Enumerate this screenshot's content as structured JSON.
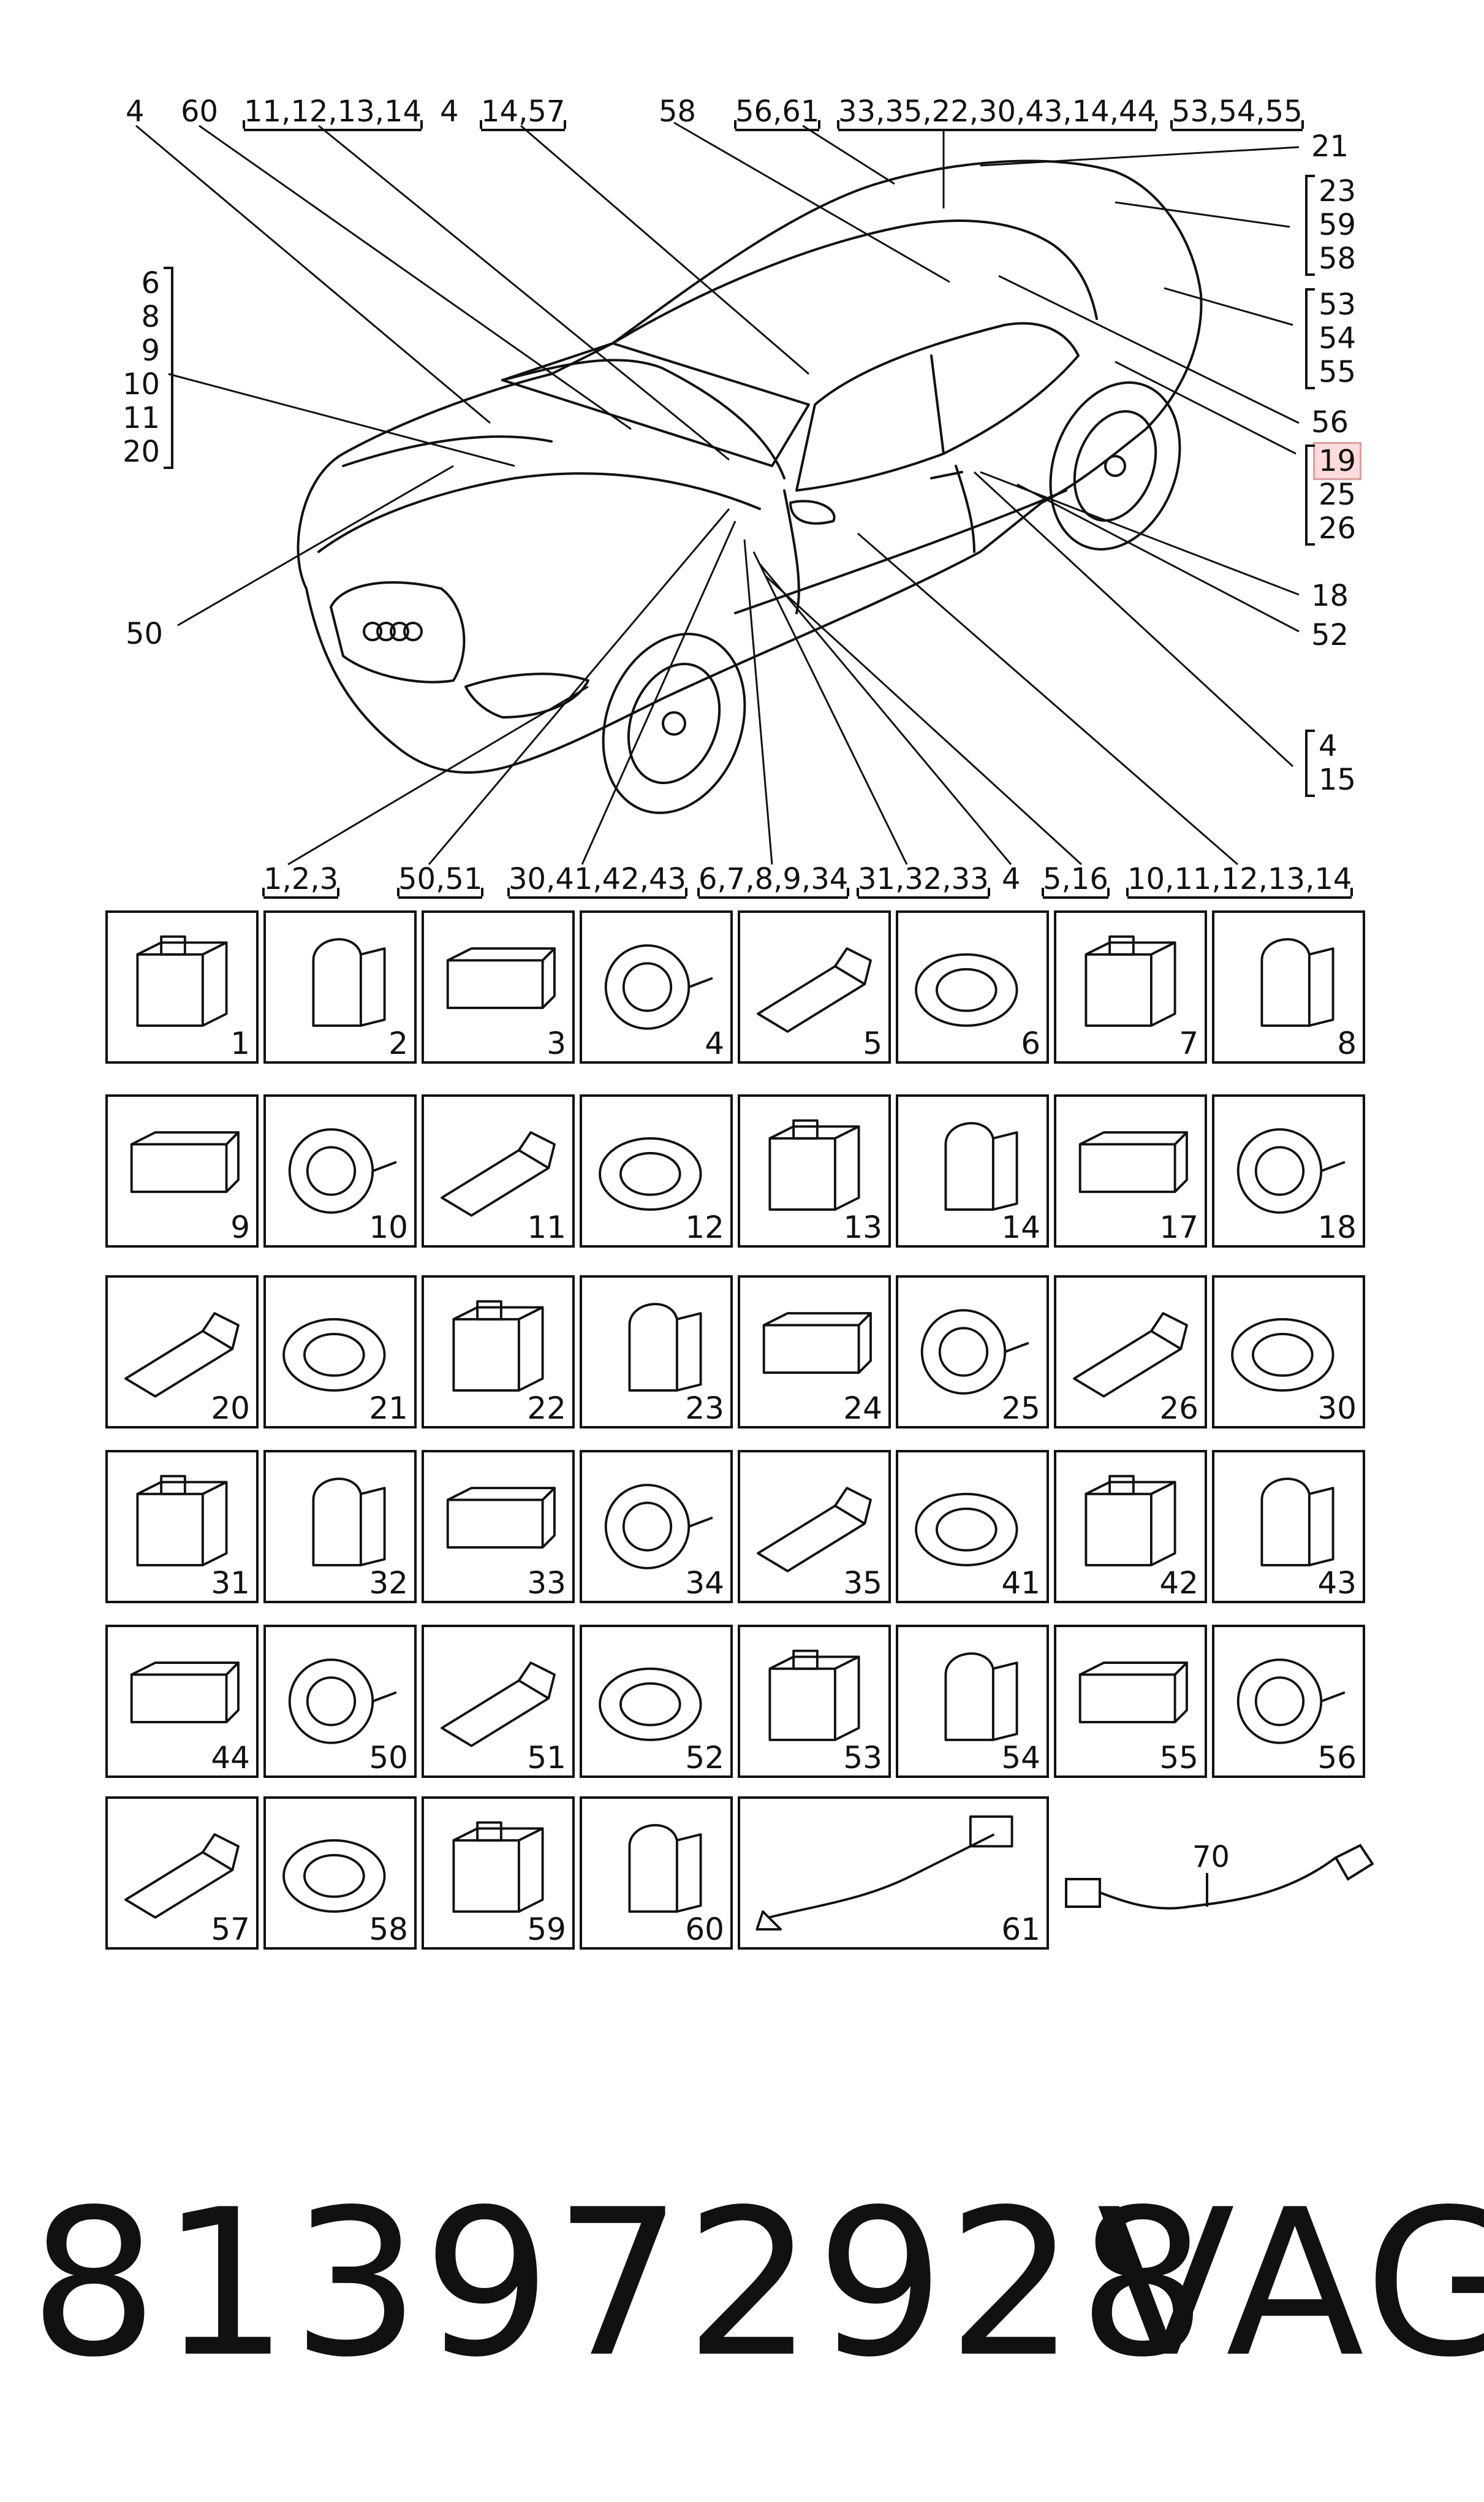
{
  "top_labels": [
    "4",
    "60",
    "11,12,13,14",
    "4",
    "14,57",
    "58",
    "56,61",
    "33,35,22,30,43,14,44",
    "53,54,55"
  ],
  "left_group": [
    "6",
    "8",
    "9",
    "10",
    "11",
    "20"
  ],
  "left_single": "50",
  "right_labels": {
    "r21": "21",
    "g1": [
      "23",
      "59",
      "58"
    ],
    "g2": [
      "53",
      "54",
      "55"
    ],
    "r56": "56",
    "g3": [
      "19",
      "25",
      "26"
    ],
    "r18": "18",
    "r52": "52",
    "g4": [
      "4",
      "15"
    ]
  },
  "highlight_label": "19",
  "bottom_labels": [
    "1,2,3",
    "50,51",
    "30,41,42,43",
    "6,7,8,9,34",
    "31,32,33",
    "4",
    "5,16",
    "10,11,12,13,14"
  ],
  "grid_rows": [
    [
      "1",
      "2",
      "3",
      "4",
      "5",
      "6",
      "7",
      "8"
    ],
    [
      "9",
      "10",
      "11",
      "12",
      "13",
      "14",
      "17",
      "18"
    ],
    [
      "20",
      "21",
      "22",
      "23",
      "24",
      "25",
      "26",
      "30"
    ],
    [
      "31",
      "32",
      "33",
      "34",
      "35",
      "41",
      "42",
      "43"
    ],
    [
      "44",
      "50",
      "51",
      "52",
      "53",
      "54",
      "55",
      "56"
    ],
    [
      "57",
      "58",
      "59",
      "60",
      "61"
    ]
  ],
  "extra_part": "70",
  "part_number": "813972928",
  "brand": "VAG",
  "colors": {
    "line": "#111111",
    "highlight": "#f6c8c8"
  }
}
